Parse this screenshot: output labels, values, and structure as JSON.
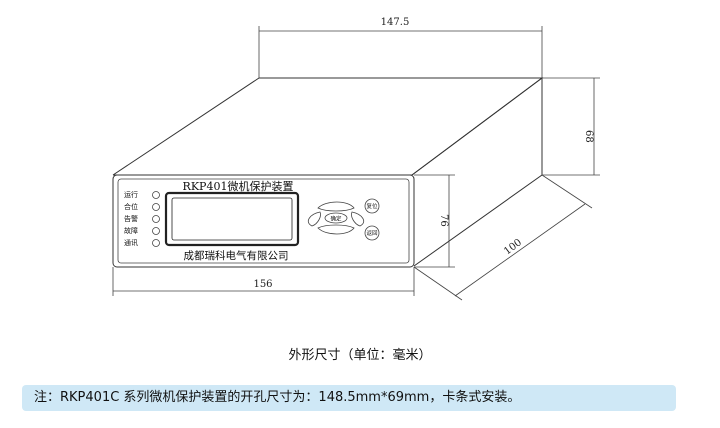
{
  "dimensions": {
    "top_width": "147.5",
    "right_height": "68",
    "front_height": "76",
    "depth": "100",
    "front_width": "156"
  },
  "panel": {
    "title": "RKP401微机保护装置",
    "leds": [
      "运行",
      "合位",
      "告警",
      "故障",
      "通讯"
    ],
    "keys": {
      "confirm": "确定",
      "reset": "复位",
      "return": "返回"
    },
    "company": "成都瑞科电气有限公司"
  },
  "caption": "外形尺寸（单位：毫米）",
  "note": "注：RKP401C 系列微机保护装置的开孔尺寸为：148.5mm*69mm，卡条式安装。",
  "colors": {
    "note_background": "#cfe8f6",
    "screen_border": "#222222",
    "line": "#333333"
  }
}
